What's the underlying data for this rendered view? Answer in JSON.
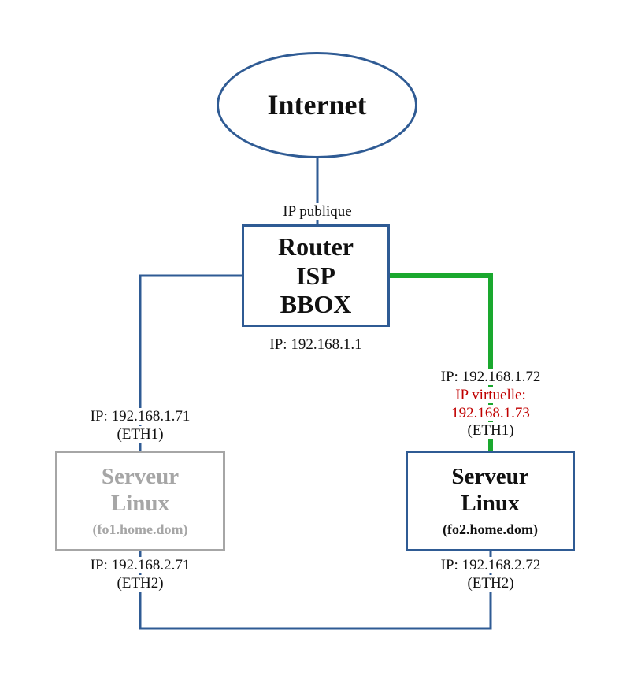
{
  "colors": {
    "link": "#2f5b94",
    "active_link": "#1aa82e",
    "inactive": "#a6a6a6",
    "virtual_ip": "#c00000"
  },
  "internet": {
    "label": "Internet"
  },
  "router": {
    "lines": [
      "Router",
      "ISP",
      "BBOX"
    ],
    "top_label": "IP publique",
    "bottom_label": "IP: 192.168.1.1"
  },
  "server1": {
    "name_lines": [
      "Serveur",
      "Linux"
    ],
    "hostname": "(fo1.home.dom)",
    "eth1_ip": "IP: 192.168.1.71",
    "eth1_label": "(ETH1)",
    "eth2_ip": "IP: 192.168.2.71",
    "eth2_label": "(ETH2)"
  },
  "server2": {
    "name_lines": [
      "Serveur",
      "Linux"
    ],
    "hostname": "(fo2.home.dom)",
    "eth1_ip": "IP: 192.168.1.72",
    "virtual_label": "IP virtuelle:",
    "virtual_ip": "192.168.1.73",
    "eth1_label": "(ETH1)",
    "eth2_ip": "IP: 192.168.2.72",
    "eth2_label": "(ETH2)"
  }
}
